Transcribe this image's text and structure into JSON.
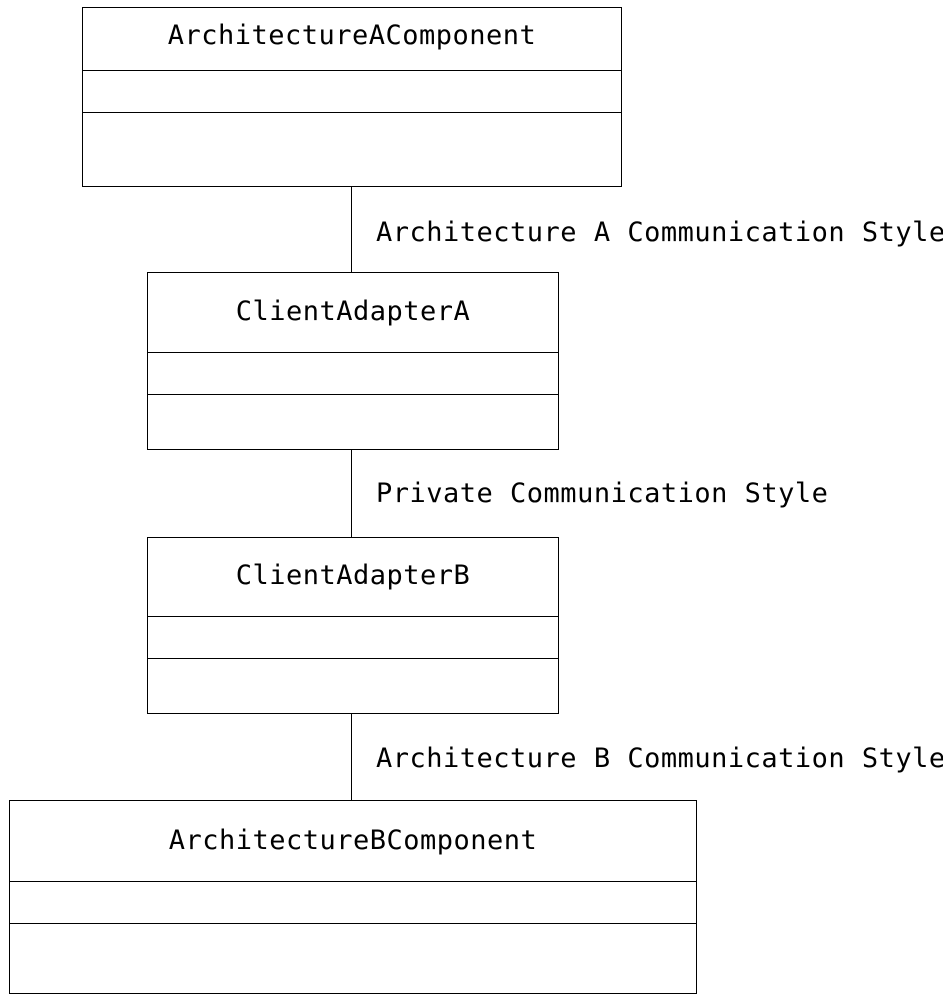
{
  "classes": [
    {
      "name": "ArchitectureAComponent",
      "attributes": [],
      "operations": []
    },
    {
      "name": "ClientAdapterA",
      "attributes": [],
      "operations": []
    },
    {
      "name": "ClientAdapterB",
      "attributes": [],
      "operations": []
    },
    {
      "name": "ArchitectureBComponent",
      "attributes": [],
      "operations": []
    }
  ],
  "associations": [
    {
      "from": "ArchitectureAComponent",
      "to": "ClientAdapterA",
      "label": "Architecture A Communication Style"
    },
    {
      "from": "ClientAdapterA",
      "to": "ClientAdapterB",
      "label": "Private Communication Style"
    },
    {
      "from": "ClientAdapterB",
      "to": "ArchitectureBComponent",
      "label": "Architecture B Communication Style"
    }
  ],
  "colors": {
    "line": "#000000",
    "background": "#ffffff",
    "text": "#000000"
  }
}
